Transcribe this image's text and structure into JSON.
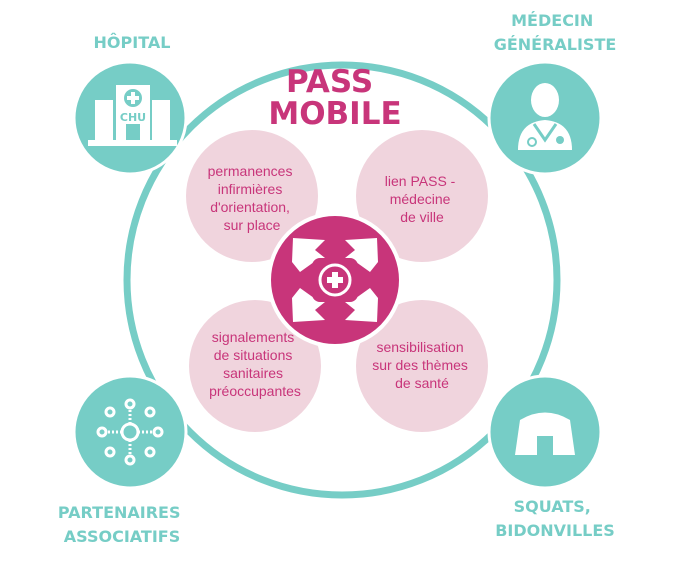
{
  "colors": {
    "teal": "#76cdc6",
    "magenta": "#c8357a",
    "light_pink": "#f0d4dd"
  },
  "title": [
    "PASS",
    "MOBILE"
  ],
  "nodes": {
    "hopital": {
      "label": [
        "HÔPITAL"
      ],
      "icon": "hospital-icon",
      "icon_text": "CHU"
    },
    "medecin": {
      "label": [
        "MÉDECIN",
        "GÉNÉRALISTE"
      ],
      "icon": "doctor-icon"
    },
    "partenaires": {
      "label": [
        "PARTENAIRES",
        "ASSOCIATIFS"
      ],
      "icon": "network-icon"
    },
    "squats": {
      "label": [
        "SQUATS,",
        "BIDONVILLES"
      ],
      "icon": "tent-icon"
    }
  },
  "actions": [
    {
      "lines": [
        "permanences",
        "infirmières",
        "d'orientation,",
        "sur place"
      ]
    },
    {
      "lines": [
        "lien PASS -",
        "médecine",
        "de ville"
      ]
    },
    {
      "lines": [
        "signalements",
        "de situations",
        "sanitaires",
        "préoccupantes"
      ]
    },
    {
      "lines": [
        "sensibilisation",
        "sur des thèmes",
        "de santé"
      ]
    }
  ],
  "center_icon": "outreach-cross-icon"
}
